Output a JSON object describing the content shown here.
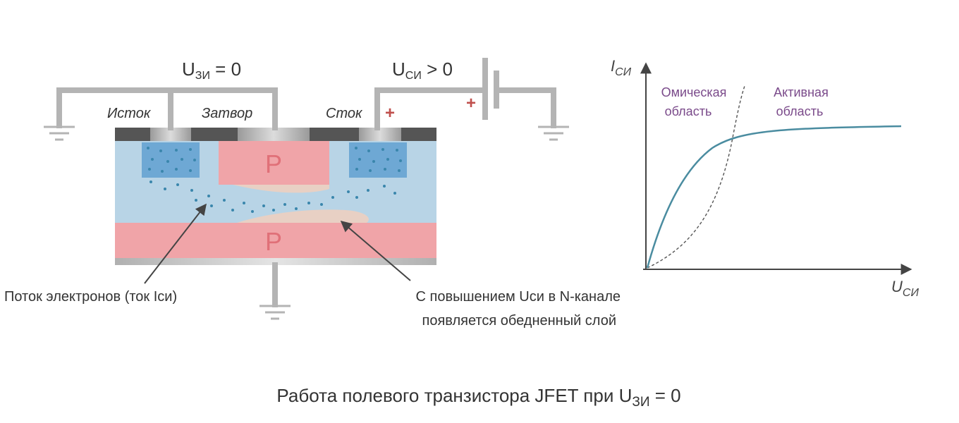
{
  "voltages": {
    "gate_source": {
      "main": "U",
      "sub": "ЗИ",
      "rest": " = 0"
    },
    "drain_source": {
      "main": "U",
      "sub": "СИ",
      "rest": " > 0"
    }
  },
  "terminals": {
    "source": "Исток",
    "gate": "Затвор",
    "drain": "Сток"
  },
  "polarity": {
    "plus_drain": "+",
    "plus_battery": "+"
  },
  "regions": {
    "p_top": "P",
    "p_bottom": "P"
  },
  "annotations": {
    "electron_flow": "Поток электронов (ток Iси)",
    "depletion_line1": "С повышением Uси в N-канале",
    "depletion_line2": "появляется обедненный слой"
  },
  "graph": {
    "y_axis": {
      "main": "I",
      "sub": "СИ"
    },
    "x_axis": {
      "main": "U",
      "sub": "СИ"
    },
    "ohmic_line1": "Омическая",
    "ohmic_line2": "область",
    "active_line1": "Активная",
    "active_line2": "область",
    "curve_color": "#4a8ca0",
    "region_label_color": "#7a4a8a"
  },
  "caption": {
    "text": "Работа полевого транзистора JFET  при U",
    "sub": "ЗИ",
    "rest": " = 0"
  },
  "colors": {
    "wire": "#b4b4b4",
    "n_channel": "#b8d4e6",
    "p_region": "#f0a4a8",
    "n_plus": "#6ea8d4",
    "depletion": "#e8d0c4",
    "metal": "#555555",
    "electron": "#3a86ac",
    "plus_sign": "#c0504d"
  }
}
